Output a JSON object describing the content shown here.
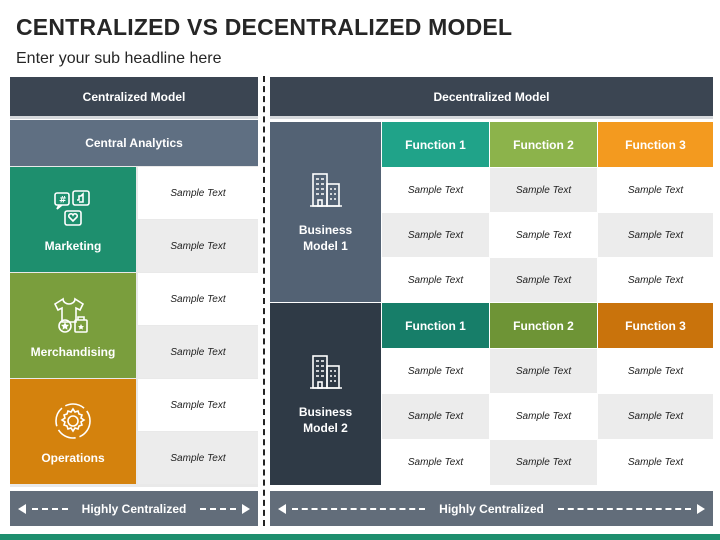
{
  "title": "CENTRALIZED VS DECENTRALIZED MODEL",
  "subtitle": "Enter your sub headline here",
  "left": {
    "header": "Centralized Model",
    "subheader": "Central Analytics",
    "tiles": [
      {
        "label": "Marketing",
        "color": "#1e8f6e",
        "icon": "marketing-icon"
      },
      {
        "label": "Merchandising",
        "color": "#7a9e3d",
        "icon": "merchandising-icon"
      },
      {
        "label": "Operations",
        "color": "#d4820d",
        "icon": "operations-icon"
      }
    ],
    "cells": [
      "Sample Text",
      "Sample Text",
      "Sample Text",
      "Sample Text",
      "Sample Text",
      "Sample Text"
    ],
    "footer": "Highly Centralized"
  },
  "right": {
    "header": "Decentralized Model",
    "models": [
      {
        "label_line1": "Business",
        "label_line2": "Model 1",
        "color": "#536274",
        "icon": "building-icon",
        "functions": [
          {
            "label": "Function 1",
            "color": "#20a389"
          },
          {
            "label": "Function 2",
            "color": "#8cb34b"
          },
          {
            "label": "Function 3",
            "color": "#f39a1f"
          }
        ],
        "rows": [
          [
            "Sample Text",
            "Sample Text",
            "Sample Text"
          ],
          [
            "Sample Text",
            "Sample Text",
            "Sample Text"
          ],
          [
            "Sample Text",
            "Sample Text",
            "Sample Text"
          ]
        ]
      },
      {
        "label_line1": "Business",
        "label_line2": "Model 2",
        "color": "#2f3a46",
        "icon": "building-icon",
        "functions": [
          {
            "label": "Function 1",
            "color": "#177e69"
          },
          {
            "label": "Function 2",
            "color": "#6e9436"
          },
          {
            "label": "Function 3",
            "color": "#c9730c"
          }
        ],
        "rows": [
          [
            "Sample Text",
            "Sample Text",
            "Sample Text"
          ],
          [
            "Sample Text",
            "Sample Text",
            "Sample Text"
          ],
          [
            "Sample Text",
            "Sample Text",
            "Sample Text"
          ]
        ]
      }
    ],
    "footer": "Highly Centralized"
  }
}
